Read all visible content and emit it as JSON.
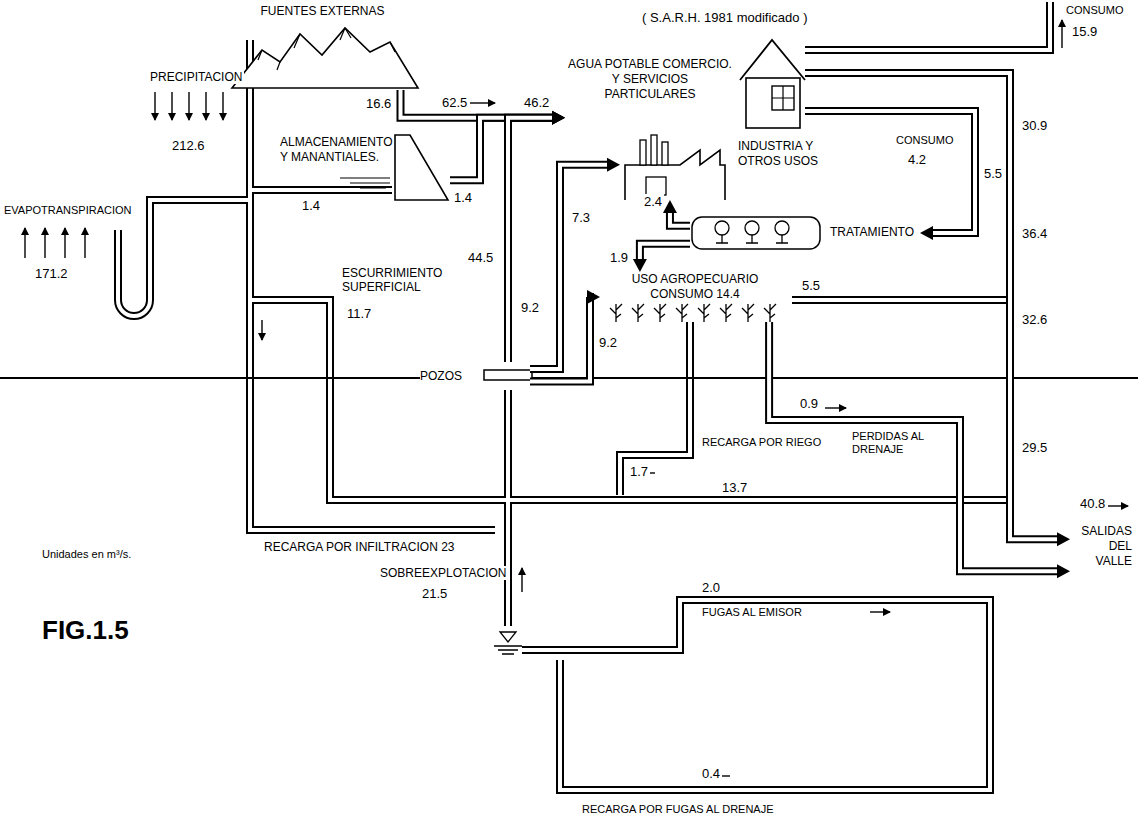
{
  "diagram": {
    "nodes": [
      {
        "text": [
          "FUENTES EXTERNAS"
        ]
      },
      {
        "text": [
          "ALMACENAMIENTO Y MANANTIALES."
        ]
      },
      {
        "text": [
          "AGUA POTABLE COMERCIO. Y SERVICIOS PARTICULARES"
        ]
      },
      {
        "text": [
          "INDUSTRIA Y OTROS USOS"
        ]
      },
      {
        "text": [
          "TRATAMIENTO"
        ]
      },
      {
        "text": [
          "USO AGROPECUARIO CONSUMO 14.4"
        ]
      },
      {
        "text": [
          "POZOS"
        ]
      },
      {
        "text": [
          "SALIDAS DEL VALLE"
        ]
      }
    ],
    "edges": [
      {
        "from": 0,
        "to": 2,
        "arrow": "to",
        "label": "16.6"
      },
      {
        "from": 1,
        "to": 2,
        "arrow": "to",
        "label": "1.4"
      },
      {
        "from": 6,
        "to": 2,
        "arrow": "to",
        "label": "44.5"
      },
      {
        "from": 6,
        "to": 3,
        "arrow": "to",
        "label": "7.3"
      },
      {
        "from": 6,
        "to": 5,
        "arrow": "to",
        "label": "9.2"
      },
      {
        "from": 2,
        "to": 4,
        "arrow": "to",
        "label": "5.5"
      },
      {
        "from": 2,
        "to": 7,
        "arrow": "to",
        "label": "30.9"
      },
      {
        "from": 4,
        "to": 3,
        "arrow": "to",
        "label": "2.4"
      },
      {
        "from": 4,
        "to": 5,
        "arrow": "to",
        "label": "1.9"
      },
      {
        "from": 5,
        "to": 7,
        "arrow": "to",
        "label": "0.9"
      }
    ],
    "labels": [
      "( S.A.R.H. 1981 modificado )",
      "PRECIPITACION",
      "212.6",
      "EVAPOTRANSPIRACION",
      "171.2",
      "CONSUMO",
      "15.9",
      "62.5",
      "46.2",
      "CONSUMO",
      "4.2",
      "ESCURRIMIENTO SUPERFICIAL",
      "11.7",
      "9.2",
      "36.4",
      "5.5",
      "32.6",
      "PERDIDAS AL DRENAJE",
      "29.5",
      "40.8",
      "RECARGA POR RIEGO",
      "1.7",
      "13.7",
      "RECARGA POR INFILTRACION 23",
      "Unidades en m³/s.",
      "SOBREEXPLOTACION",
      "21.5",
      "2.0",
      "FUGAS AL EMISOR",
      "FIG.1.5",
      "0.4",
      "RECARGA POR FUGAS AL DRENAJE",
      "1.4"
    ]
  }
}
